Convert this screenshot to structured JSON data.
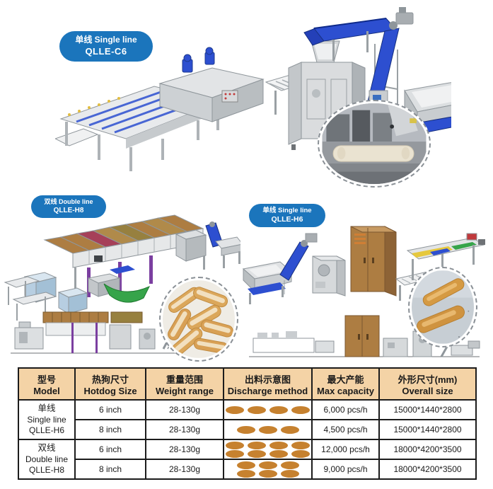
{
  "colors": {
    "badge_blue": "#1b75bc",
    "thead_bg": "#f4d3a6",
    "pellet": "#c6812f",
    "table_border": "#1c1c1c",
    "conveyor_blue": "#2d4fd0",
    "panel_brown": "#ad7d42",
    "accent_red": "#a64059",
    "accent_green": "#36a44a",
    "accent_purple": "#7b3fa0"
  },
  "badges": {
    "c6": {
      "line1": "单线 Single line",
      "line2": "QLLE-C6"
    },
    "h8": {
      "line1": "双线 Double line",
      "line2": "QLLE-H8"
    },
    "h6": {
      "line1": "单线 Single line",
      "line2": "QLLE-H6"
    }
  },
  "table": {
    "headers": [
      {
        "zh": "型号",
        "en": "Model"
      },
      {
        "zh": "热狗尺寸",
        "en": "Hotdog Size"
      },
      {
        "zh": "重量范围",
        "en": "Weight range"
      },
      {
        "zh": "出料示意图",
        "en": "Discharge method"
      },
      {
        "zh": "最大产能",
        "en": "Max capacity"
      },
      {
        "zh": "外形尺寸(mm)",
        "en": "Overall size"
      }
    ],
    "groups": [
      {
        "model": {
          "zh": "单线",
          "en": "Single line",
          "code": "QLLE-H6"
        },
        "rows": [
          {
            "size": "6 inch",
            "weight": "28-130g",
            "discharge": {
              "rows": 1,
              "cols": 4
            },
            "capacity": "6,000 pcs/h",
            "overall": "15000*1440*2800"
          },
          {
            "size": "8 inch",
            "weight": "28-130g",
            "discharge": {
              "rows": 1,
              "cols": 3
            },
            "capacity": "4,500 pcs/h",
            "overall": "15000*1440*2800"
          }
        ]
      },
      {
        "model": {
          "zh": "双线",
          "en": "Double line",
          "code": "QLLE-H8"
        },
        "rows": [
          {
            "size": "6 inch",
            "weight": "28-130g",
            "discharge": {
              "rows": 2,
              "cols": 4
            },
            "capacity": "12,000 pcs/h",
            "overall": "18000*4200*3500"
          },
          {
            "size": "8 inch",
            "weight": "28-130g",
            "discharge": {
              "rows": 2,
              "cols": 3
            },
            "capacity": "9,000 pcs/h",
            "overall": "18000*4200*3500"
          }
        ]
      }
    ]
  }
}
